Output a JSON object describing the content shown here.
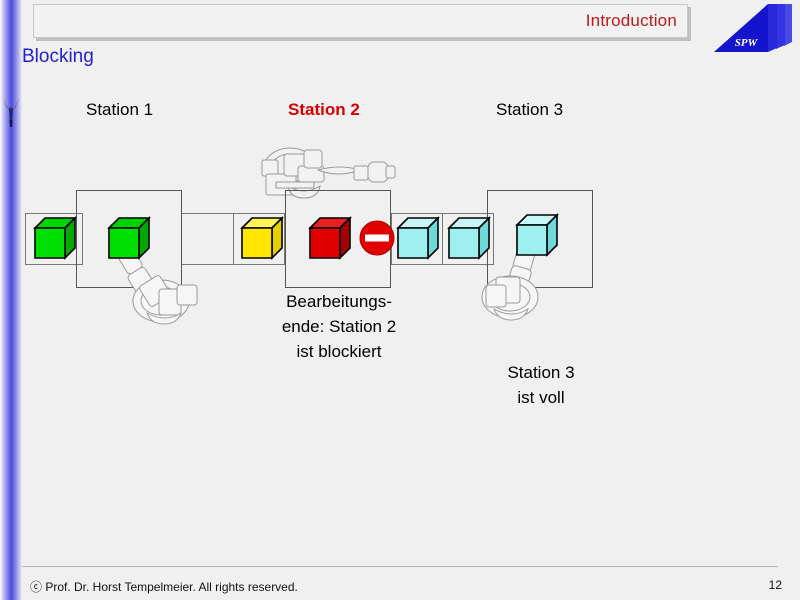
{
  "header": {
    "title": "Introduction",
    "logo_text": "SPW",
    "logo_icon": "spw-triangle-logo",
    "left_strip_icon": "butterfly-icon"
  },
  "slide": {
    "title": "Blocking"
  },
  "diagram": {
    "station_labels": [
      {
        "text": "Station 1",
        "highlight": false
      },
      {
        "text": "Station 2",
        "highlight": true
      },
      {
        "text": "Station 3",
        "highlight": false
      }
    ],
    "parts": [
      {
        "name": "part-green-1",
        "color": "#00d400",
        "location": "conveyor-in"
      },
      {
        "name": "part-green-2",
        "color": "#00d400",
        "location": "station-1"
      },
      {
        "name": "part-yellow",
        "color": "#ffe600",
        "location": "conveyor-mid"
      },
      {
        "name": "part-red",
        "color": "#e00000",
        "location": "station-2"
      },
      {
        "name": "part-cyan-1",
        "color": "#9ef0f0",
        "location": "conveyor-out-1"
      },
      {
        "name": "part-cyan-2",
        "color": "#9ef0f0",
        "location": "conveyor-out-2"
      },
      {
        "name": "part-cyan-3",
        "color": "#9ef0f0",
        "location": "station-3"
      }
    ],
    "blocking_sign": "no-entry-icon",
    "captions": [
      {
        "name": "station-2-caption",
        "lines": [
          "Bearbeitungs-",
          "ende: Station 2",
          "ist blockiert"
        ]
      },
      {
        "name": "station-3-caption",
        "lines": [
          "Station 3",
          "ist voll"
        ]
      }
    ]
  },
  "footer": {
    "copyright": "ⓒ Prof. Dr. Horst Tempelmeier. All rights reserved.",
    "page_number": "12"
  },
  "colors": {
    "accent_red": "#c01818",
    "title_blue": "#2222cc",
    "logo_blue": "#1414cc",
    "highlight_red": "#d40000"
  }
}
